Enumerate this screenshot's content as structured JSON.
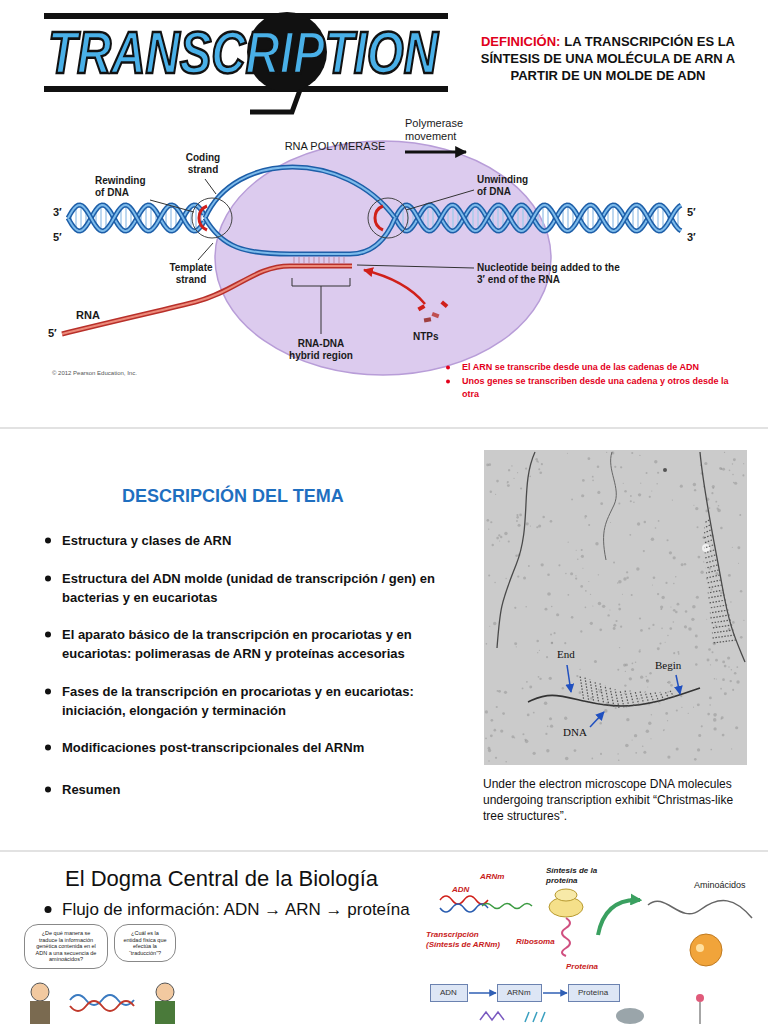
{
  "diagram": {
    "title": "TRANSCRIPTION",
    "caption": "Under the electron microscope DNA molecules undergoing transcription exhibit “Christmas-like tree structures”.",
    "nodes": [
      {
        "text": [
          "¿De qué manera se traduce la información genética contenida en el ADN a una secuencia de aminoácidos?"
        ]
      },
      {
        "text": [
          "¿Cuál es la entidad física que efectúa la “traducción”?"
        ]
      },
      {
        "text": [
          "ADN"
        ]
      },
      {
        "text": [
          "ARNm"
        ]
      },
      {
        "text": [
          "Proteína"
        ]
      }
    ],
    "edges": [
      {
        "from": 2,
        "to": 3,
        "arrow": "to"
      },
      {
        "from": 3,
        "to": 4,
        "arrow": "to"
      }
    ],
    "labels": [
      "DEFINICIÓN:",
      "LA TRANSCRIPCIÓN ES LA SÍNTESIS DE UNA MOLÉCULA DE ARN A PARTIR DE UN MOLDE DE ADN",
      "Polymerase movement",
      "RNA POLYMERASE",
      "Coding strand",
      "Rewinding of DNA",
      "Unwinding of DNA",
      "3′",
      "5′",
      "5′",
      "3′",
      "Template strand",
      "Nucleotide being added to the 3′ end of the RNA",
      "RNA",
      "5′",
      "RNA-DNA hybrid region",
      "NTPs",
      "© 2012 Pearson Education, Inc.",
      "El ARN se transcribe desde una de las cadenas de ADN",
      "Unos genes se transcriben desde una cadena y otros desde la otra",
      "DESCRIPCIÓN DEL TEMA",
      "Estructura y clases de ARN",
      "Estructura del ADN molde (unidad de transcripción / gen) en bacterias y en eucariotas",
      "El aparato básico de la transcripción en procariotas y en eucariotas: polimerasas de ARN y proteínas accesorias",
      "Fases de la transcripción en procariotas y en eucariotas: iniciación, elongación y terminación",
      "Modificaciones post-transcripcionales del ARNm",
      "Resumen",
      "End",
      "Begin",
      "DNA",
      "El Dogma Central de la Biología",
      "Flujo de información: ADN → ARN → proteína",
      "ADN",
      "ARNm",
      "Síntesis de la proteína",
      "Aminoácidos",
      "Transcripción (Síntesis de ARNm)",
      "Ribosoma",
      "Proteína"
    ]
  }
}
